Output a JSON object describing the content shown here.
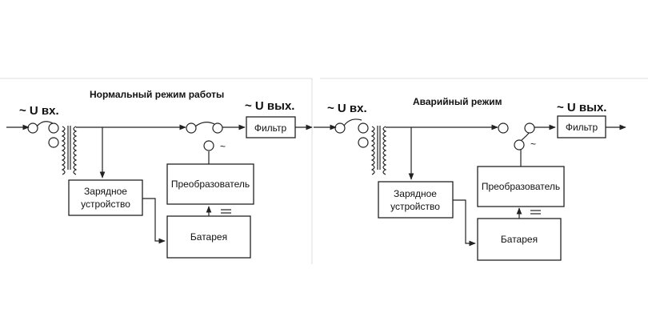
{
  "left_panel": {
    "title": "Нормальный режим работы",
    "input_label": "~ U вх.",
    "output_label": "~ U вых.",
    "switch_symbol": "~",
    "blocks": {
      "filter": "Фильтр",
      "converter": "Преобразователь",
      "charger_line1": "Зарядное",
      "charger_line2": "устройство",
      "battery": "Батарея"
    }
  },
  "right_panel": {
    "title": "Аварийный режим",
    "input_label": "~ U вх.",
    "output_label": "~ U вых.",
    "switch_symbol": "~",
    "blocks": {
      "filter": "Фильтр",
      "converter": "Преобразователь",
      "charger_line1": "Зарядное",
      "charger_line2": "устройство",
      "battery": "Батарея"
    }
  }
}
